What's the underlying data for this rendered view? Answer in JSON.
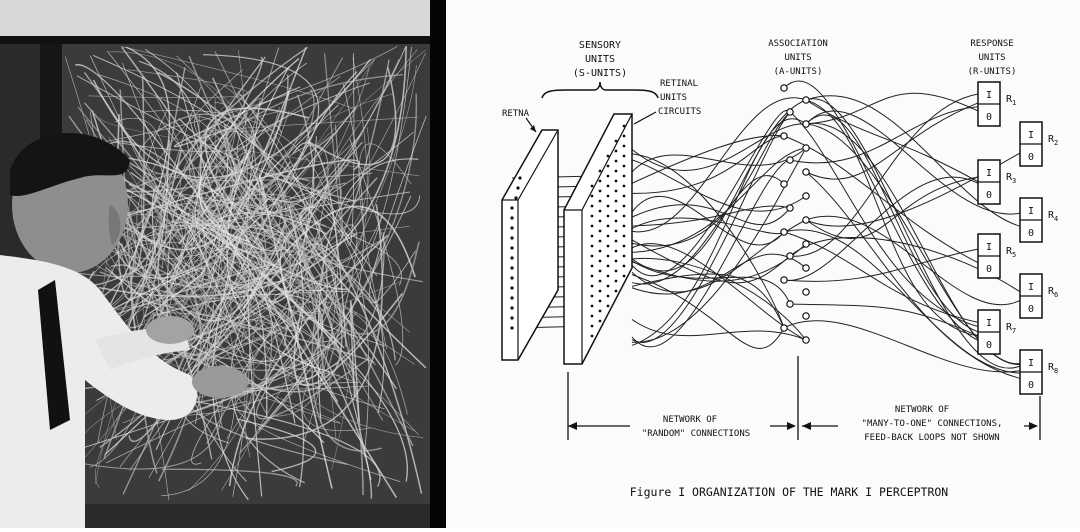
{
  "photo": {
    "subject": "man-wiring-perceptron"
  },
  "diagram": {
    "labels": {
      "sensory_1": "SENSORY",
      "sensory_2": "UNITS",
      "sensory_3": "(S-UNITS)",
      "retina": "RETNA",
      "retinal_1": "RETINAL",
      "retinal_2": "UNITS",
      "retinal_3": "CIRCUITS",
      "assoc_1": "ASSOCIATION",
      "assoc_2": "UNITS",
      "assoc_3": "(A-UNITS)",
      "response_1": "RESPONSE",
      "response_2": "UNITS",
      "response_3": "(R-UNITS)",
      "net_random_1": "NETWORK OF",
      "net_random_2": "\"RANDOM\" CONNECTIONS",
      "net_many_1": "NETWORK OF",
      "net_many_2": "\"MANY-TO-ONE\" CONNECTIONS,",
      "net_many_3": "FEED-BACK LOOPS NOT SHOWN",
      "caption": "Figure I  ORGANIZATION OF THE MARK I PERCEPTRON"
    },
    "response_units": [
      {
        "name": "R",
        "sub": "1",
        "top": "I",
        "bottom": "0"
      },
      {
        "name": "R",
        "sub": "2",
        "top": "I",
        "bottom": "0"
      },
      {
        "name": "R",
        "sub": "3",
        "top": "I",
        "bottom": "0"
      },
      {
        "name": "R",
        "sub": "4",
        "top": "I",
        "bottom": "0"
      },
      {
        "name": "R",
        "sub": "5",
        "top": "I",
        "bottom": "0"
      },
      {
        "name": "R",
        "sub": "6",
        "top": "I",
        "bottom": "0"
      },
      {
        "name": "R",
        "sub": "7",
        "top": "I",
        "bottom": "0"
      },
      {
        "name": "R",
        "sub": "8",
        "top": "I",
        "bottom": "0"
      }
    ]
  }
}
